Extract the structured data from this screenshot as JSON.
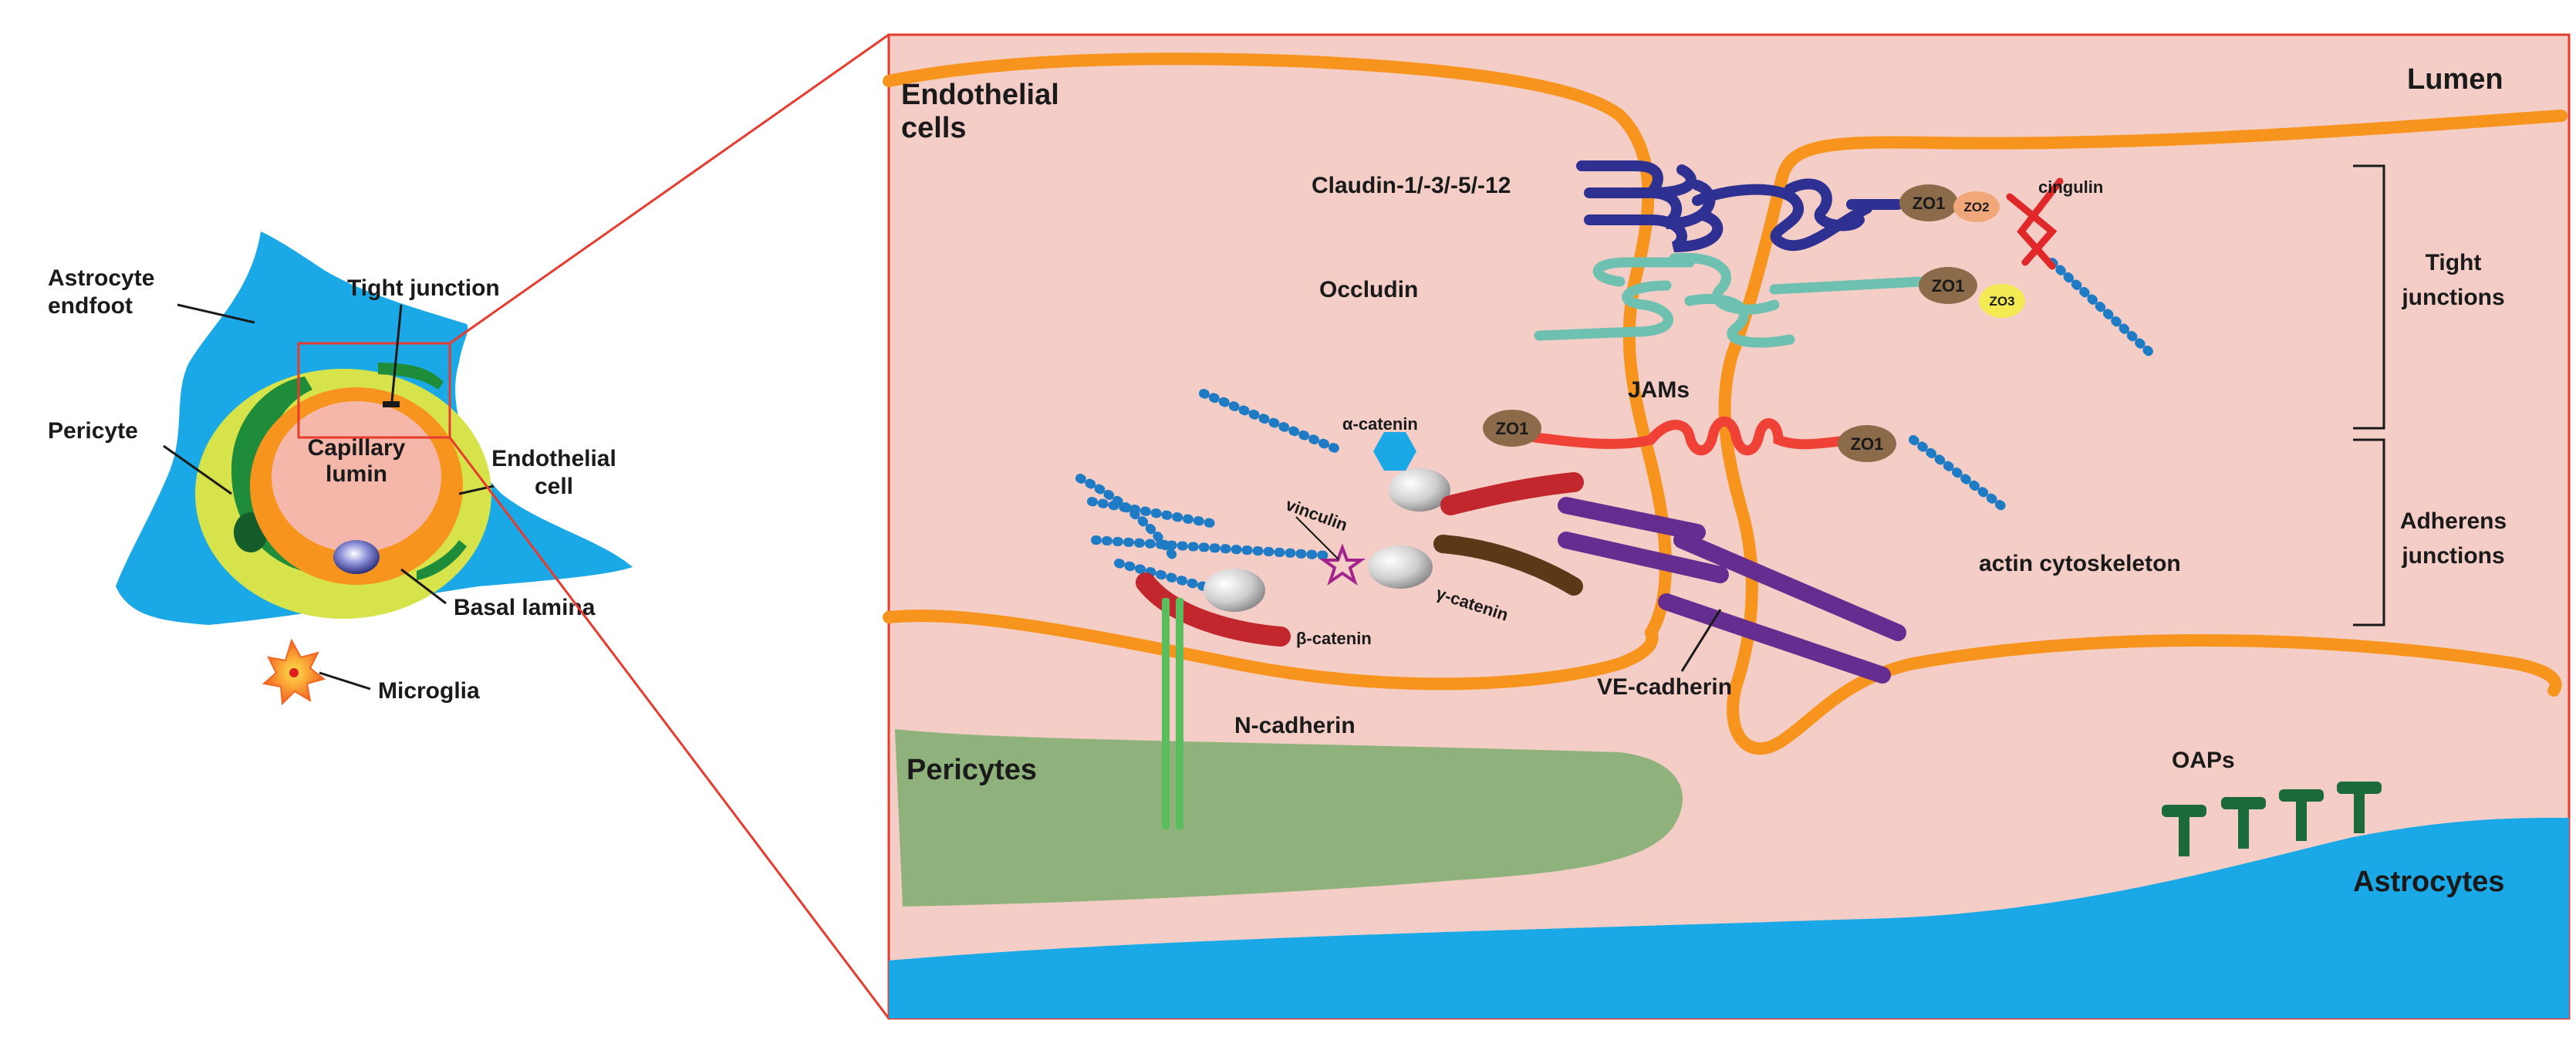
{
  "left_panel": {
    "astrocyte_endfoot": [
      "Astrocyte",
      "endfoot"
    ],
    "tight_junction": "Tight junction",
    "pericyte": "Pericyte",
    "capillary_lumen": [
      "Capillary",
      "lumin"
    ],
    "endothelial_cell": [
      "Endothelial",
      "cell"
    ],
    "basal_lamina": "Basal lamina",
    "microglia": "Microglia"
  },
  "right_panel": {
    "endothelial_cells": [
      "Endothelial",
      "cells"
    ],
    "lumen": "Lumen",
    "claudin": "Claudin-1/-3/-5/-12",
    "occludin": "Occludin",
    "cingulin": "cingulin",
    "zo1": "ZO1",
    "zo2": "ZO2",
    "zo3": "ZO3",
    "jams": "JAMs",
    "alpha_catenin": "α-catenin",
    "beta_catenin": "β-catenin",
    "gamma_catenin": "γ-catenin",
    "vinculin": "vinculin",
    "actin_cytoskeleton": "actin cytoskeleton",
    "ve_cadherin": "VE-cadherin",
    "n_cadherin": "N-cadherin",
    "pericytes": "Pericytes",
    "oaps": "OAPs",
    "astrocytes": "Astrocytes",
    "tight_junctions": [
      "Tight",
      "junctions"
    ],
    "adherens_junctions": [
      "Adherens",
      "junctions"
    ]
  },
  "colors": {
    "astrocyte": "#1aa9e6",
    "endothelium": "#f7941d",
    "panel_bg": "#f3cdc6",
    "pericyte_green": "#8fb27c",
    "claudin": "#2e3192",
    "occludin": "#6ec1b0",
    "zo_brown": "#8b6b4a",
    "jam_red": "#ef4136",
    "cadherin_purple": "#662d91",
    "oap_green": "#1b6b3a",
    "zoom_line": "#e63b2e"
  }
}
